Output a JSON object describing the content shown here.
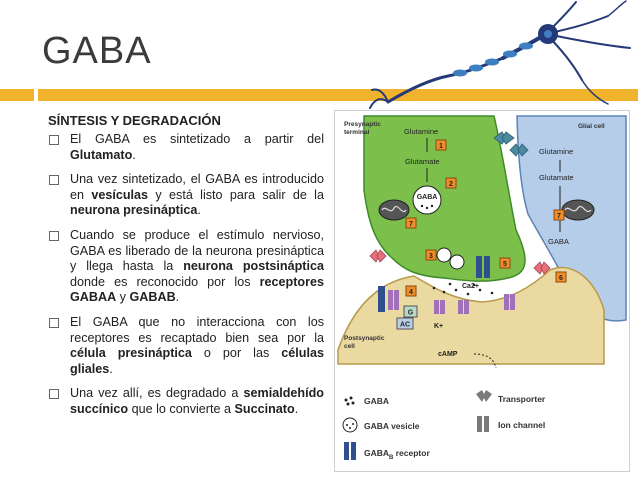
{
  "slide": {
    "title": "GABA",
    "section_heading": "SÍNTESIS Y DEGRADACIÓN",
    "bullets": [
      {
        "t1": "El GABA es sintetizado a partir del ",
        "b1": "Glutamato",
        "t2": "."
      },
      {
        "t1": "Una vez sintetizado, el GABA es introducido en ",
        "b1": "vesículas",
        "t2": " y está listo para salir de la ",
        "b2": "neurona presináptica",
        "t3": "."
      },
      {
        "t1": "Cuando se produce el estímulo nervioso, GABA es liberado de la neurona presináptica y llega hasta la ",
        "b1": "neurona postsináptica",
        "t2": " donde es reconocido por los ",
        "b2": "receptores GABAA",
        "t3": " y ",
        "b3": "GABAB",
        "t4": "."
      },
      {
        "t1": "El GABA que no interacciona con los receptores es recaptado bien sea por la ",
        "b1": "célula presináptica",
        "t2": " o por las ",
        "b2": "células gliales",
        "t3": "."
      },
      {
        "t1": "Una vez allí, es degradado a ",
        "b1": "semialdehído succínico",
        "t2": " que lo convierte a ",
        "b2": "Succinato",
        "t3": "."
      }
    ]
  },
  "diagram": {
    "presynaptic_label_1": "Presynaptic",
    "presynaptic_label_2": "terminal",
    "glial_label": "Glial cell",
    "postsynaptic_label_1": "Postsynaptic",
    "postsynaptic_label_2": "cell",
    "glutamine_pre": "Glutamine",
    "glutamate_pre": "Glutamate",
    "gaba_vesicle_text": "GABA",
    "ca": "Ca2+",
    "k": "K+",
    "camp": "cAMP",
    "g": "G",
    "ac": "AC",
    "glutamine_glial": "Glutamine",
    "glutamate_glial": "Glutamate",
    "gaba_glial": "GABA",
    "steps": [
      "1",
      "2",
      "3",
      "4",
      "5",
      "6",
      "7",
      "7"
    ],
    "legend": {
      "gaba": "GABA",
      "vesicle": "GABA vesicle",
      "receptor_main": "GABA",
      "receptor_sub": "B",
      "receptor_tail": " receptor",
      "transporter": "Transporter",
      "channel": "Ion channel"
    },
    "colors": {
      "presynaptic": "#7cc04b",
      "glial": "#b6cdea",
      "postsynaptic": "#ead9a0",
      "step_box": "#f08c2a",
      "transporter": "#4d8aa0",
      "receptor": "#2f4f8f",
      "channel": "#a070b8",
      "accent": "#f1b32b"
    }
  }
}
